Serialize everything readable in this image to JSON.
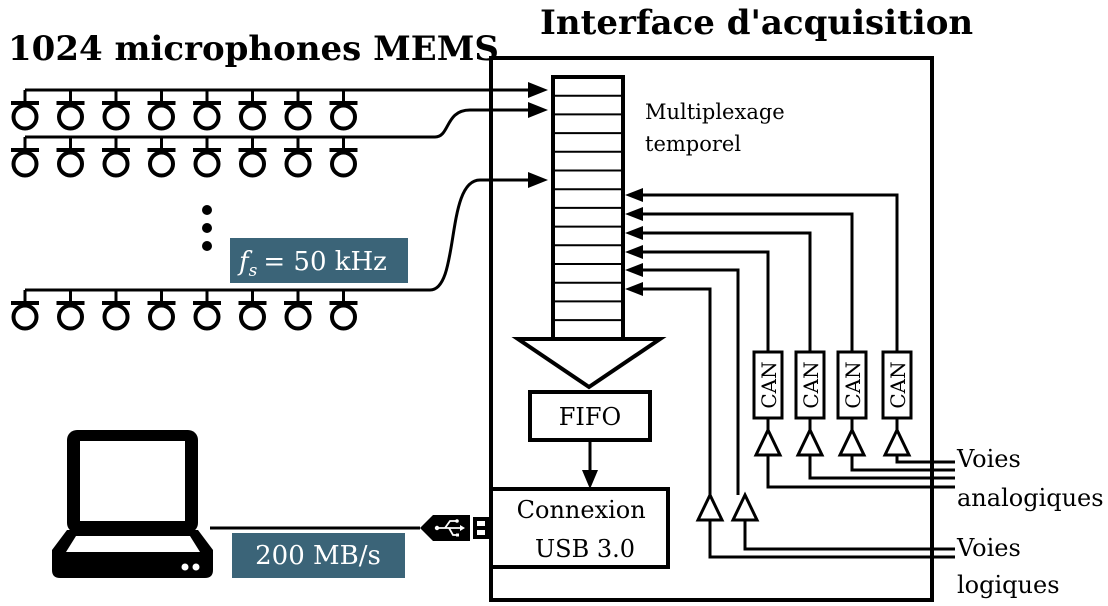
{
  "title_left": "1024 microphones MEMS",
  "title_right": "Interface d'acquisition",
  "mux_label": [
    "Multiplexage",
    "temporel"
  ],
  "sampling_badge": {
    "symbol": "f",
    "subscript": "s",
    "text": "= 50 kHz"
  },
  "fifo_label": "FIFO",
  "usb_box": [
    "Connexion",
    "USB 3.0"
  ],
  "can_labels": [
    "CAN",
    "CAN",
    "CAN",
    "CAN"
  ],
  "analog_label": [
    "Voies",
    "analogiques"
  ],
  "logic_label": [
    "Voies",
    "logiques"
  ],
  "throughput_badge": "200 MB/s",
  "ellipsis": ":",
  "mic_rows": 3,
  "mics_per_row": 8,
  "colors": {
    "badge": "#3b6478",
    "badge_text": "#ffffff",
    "line": "#000000"
  }
}
